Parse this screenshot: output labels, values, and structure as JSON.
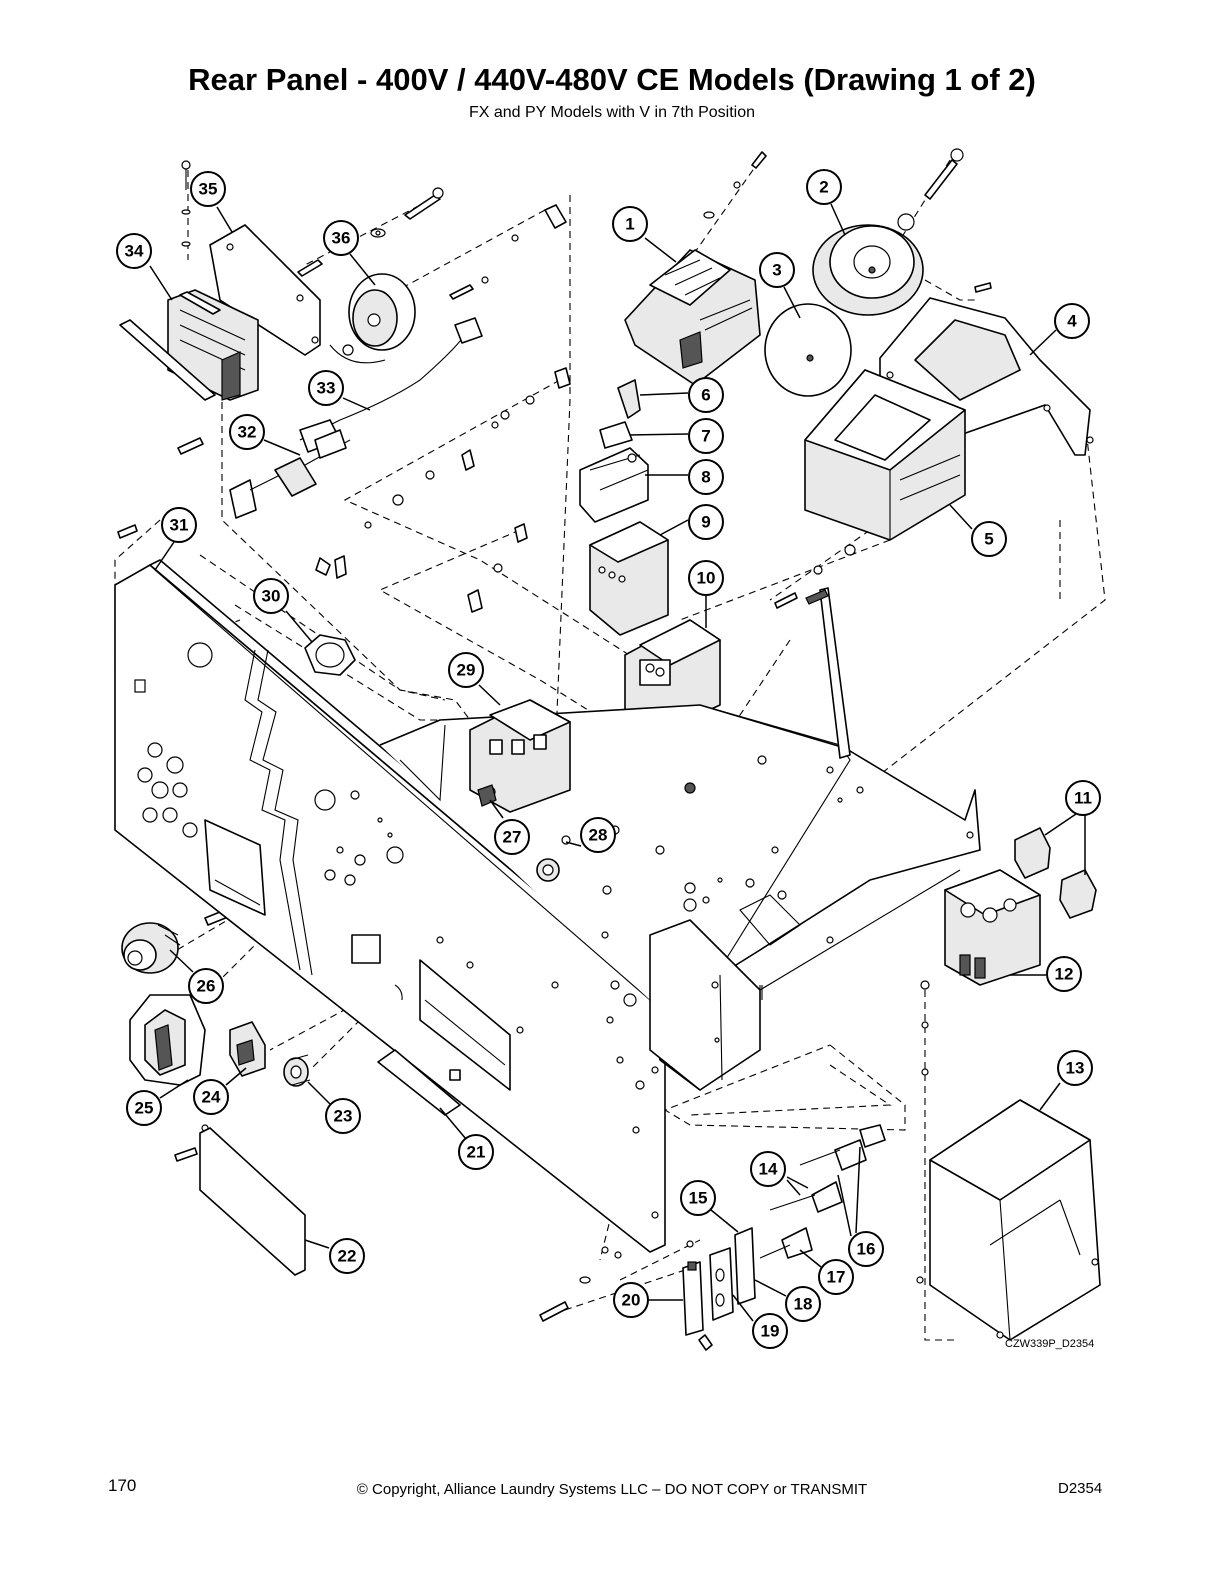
{
  "title": "Rear Panel - 400V / 440V-480V CE Models (Drawing 1 of 2)",
  "subtitle": "FX and PY Models with V in 7th Position",
  "drawing_code": "CZW339P_D2354",
  "callouts": [
    "1",
    "2",
    "3",
    "4",
    "5",
    "6",
    "7",
    "8",
    "9",
    "10",
    "11",
    "12",
    "13",
    "14",
    "15",
    "16",
    "17",
    "18",
    "19",
    "20",
    "21",
    "22",
    "23",
    "24",
    "25",
    "26",
    "27",
    "28",
    "29",
    "30",
    "31",
    "32",
    "33",
    "34",
    "35",
    "36"
  ],
  "footer": {
    "page_number": "170",
    "copyright": "© Copyright, Alliance Laundry Systems LLC – DO NOT COPY or TRANSMIT",
    "doc_code": "D2354"
  }
}
